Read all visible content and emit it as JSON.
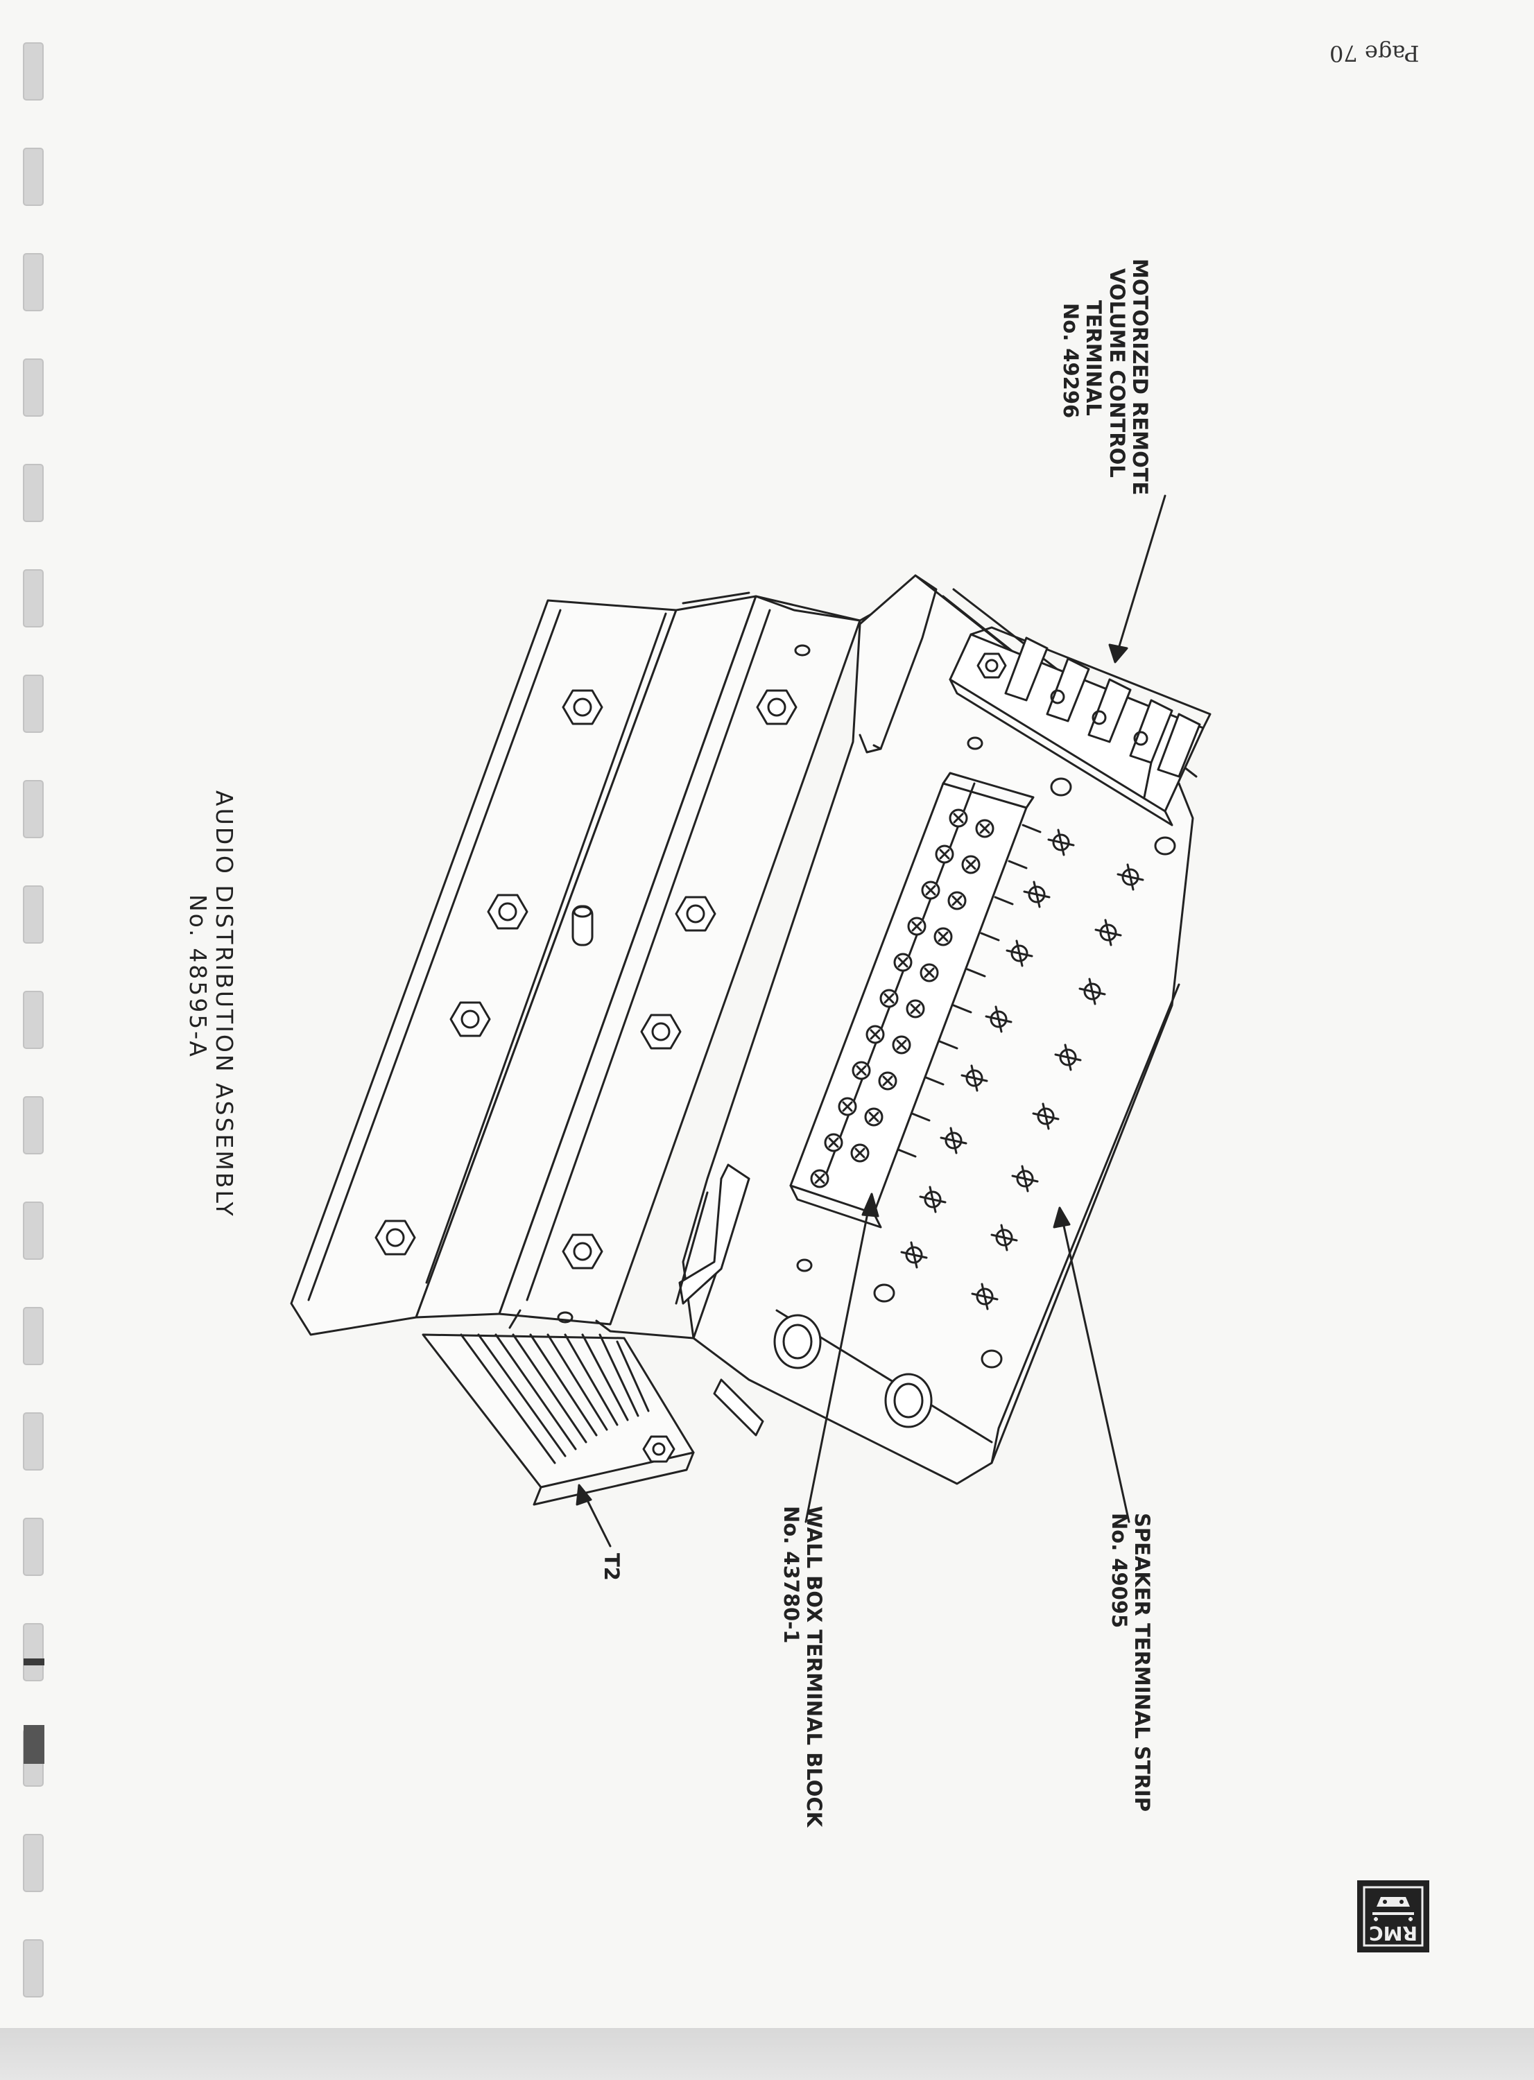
{
  "page_number": "Page 70",
  "assembly": {
    "title": "AUDIO DISTRIBUTION ASSEMBLY",
    "number": "No. 48595-A"
  },
  "labels": {
    "volume_control": {
      "line1": "MOTORIZED REMOTE",
      "line2": "VOLUME CONTROL",
      "line3": "TERMINAL",
      "number": "No. 49296"
    },
    "speaker_strip": {
      "line1": "SPEAKER TERMINAL STRIP",
      "number": "No. 49095"
    },
    "wall_box": {
      "line1": "WALL BOX TERMINAL BLOCK",
      "number": "No. 43780-1"
    },
    "transformer": "T2"
  },
  "logo": {
    "text": "RMC"
  },
  "colors": {
    "ink": "#222222",
    "paper": "#f7f7f5",
    "tab": "#d9d9d9"
  }
}
